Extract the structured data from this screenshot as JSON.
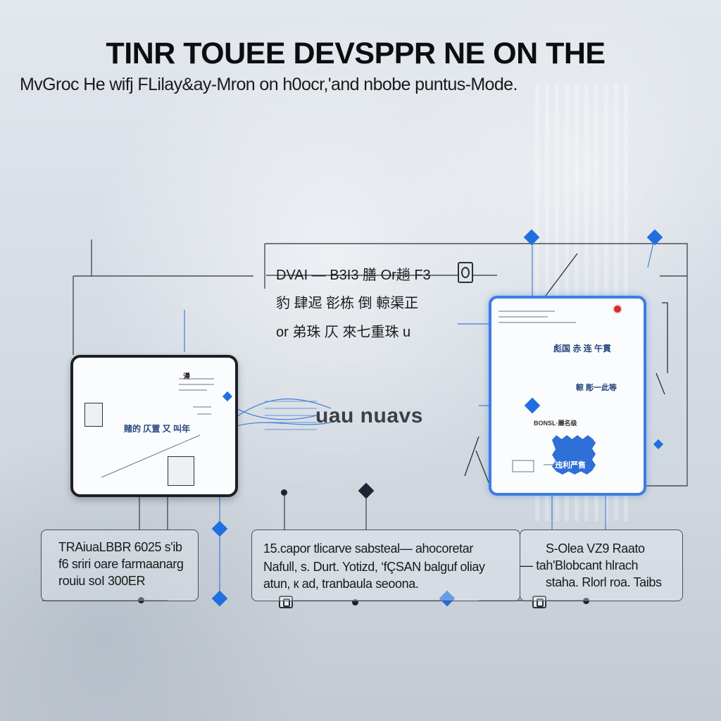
{
  "title": "TINR TOUEE DEVSPPR NE ON THE",
  "subtitle": "MvGroc He wifj FLilay&ay-Mron on  h0ocr,'and nbobe puntus-Mode.",
  "middle": {
    "line1": "DVAI — B3I3 膳 Or趟  F3",
    "line2": "豹 肆迡 彮栋 倒 輬渠正",
    "line3": "or 弟珠 仄 來七重珠 u",
    "label": "uau nuavs"
  },
  "left_device": {
    "text": "赌的 仄置 又 叫年",
    "corner": "漫"
  },
  "right_device": {
    "text1": "彪国 赤 连 午貫",
    "text2": "輬 彫一此等",
    "text3": "BONSL·麗名级",
    "sticker": "迍利严售"
  },
  "boxes": {
    "left": [
      "TRAiuaLBBR 6025 s'ib",
      "f6 sriri oare farmaanarg",
      "rouiu     soI 300ER"
    ],
    "middle": [
      "15.capor tlicarve    sabsteal— ahocoretar",
      "Nafull, s. Durt. Yotizd, ‘fÇSAN balguf oliay",
      "atun, к аd, tranbaula seoona."
    ],
    "right": [
      "S-Olea VZ9 Raato",
      "— tah'Blobcant hlrach",
      "staha. Rlorl roa. Taibs"
    ]
  }
}
